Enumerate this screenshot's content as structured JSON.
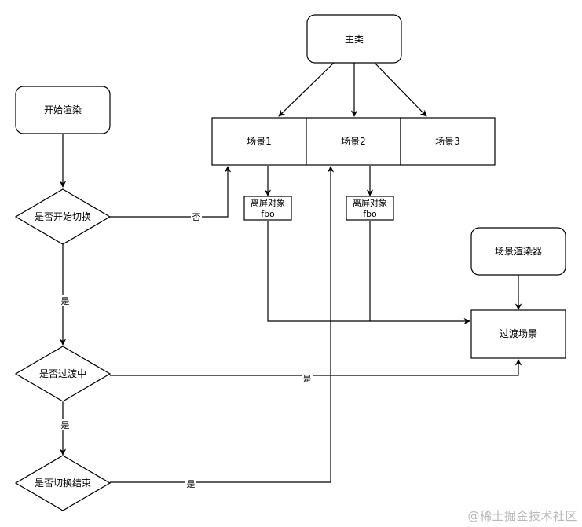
{
  "nodes": {
    "main_class": "主类",
    "start_render": "开始渲染",
    "scene1": "场景1",
    "scene2": "场景2",
    "scene3": "场景3",
    "fbo1_line1": "离屏对象",
    "fbo1_line2": "fbo",
    "fbo2_line1": "离屏对象",
    "fbo2_line2": "fbo",
    "scene_renderer": "场景渲染器",
    "transition_scene": "过渡场景",
    "decision_start_switch": "是否开始切换",
    "decision_in_transition": "是否过渡中",
    "decision_switch_end": "是否切换结束"
  },
  "edge_labels": {
    "start_switch_no": "否",
    "start_switch_yes": "是",
    "in_transition_yes_down": "是",
    "in_transition_yes_right": "是",
    "switch_end_yes": "是"
  },
  "watermark": "@稀土掘金技术社区",
  "colors": {
    "stroke": "#000000",
    "fill": "#ffffff",
    "watermark": "#b8b8b8"
  }
}
